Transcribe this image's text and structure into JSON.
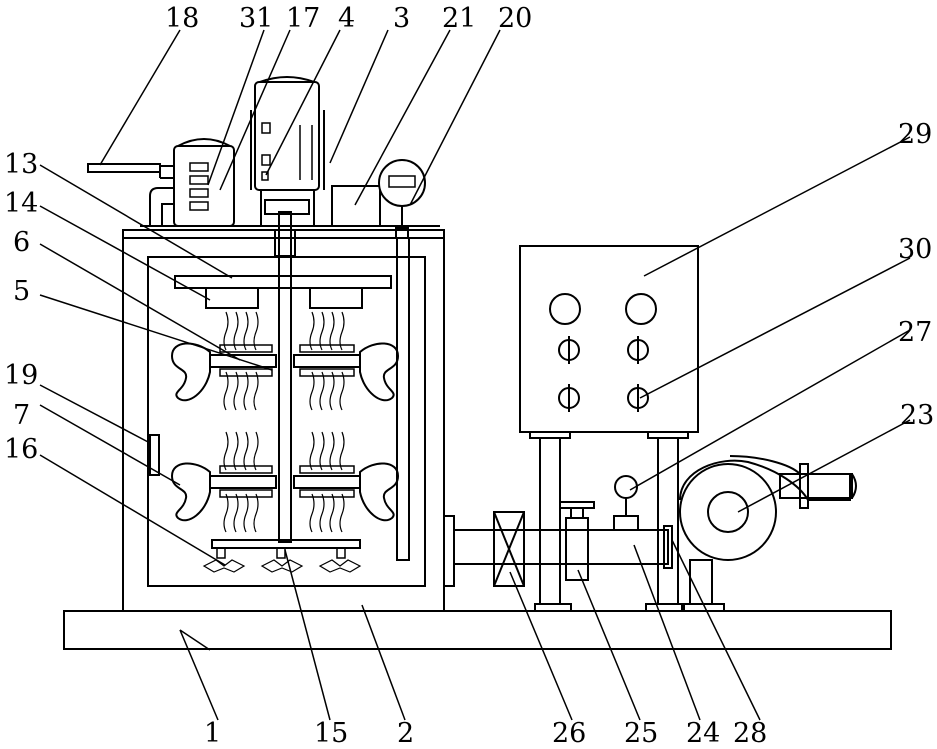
{
  "labels": {
    "l1": "1",
    "l2": "2",
    "l3": "3",
    "l4": "4",
    "l5": "5",
    "l6": "6",
    "l7": "7",
    "l13": "13",
    "l14": "14",
    "l15": "15",
    "l16": "16",
    "l17": "17",
    "l18": "18",
    "l19": "19",
    "l20": "20",
    "l21": "21",
    "l23": "23",
    "l24": "24",
    "l25": "25",
    "l26": "26",
    "l27": "27",
    "l28": "28",
    "l29": "29",
    "l30": "30",
    "l31": "31"
  }
}
